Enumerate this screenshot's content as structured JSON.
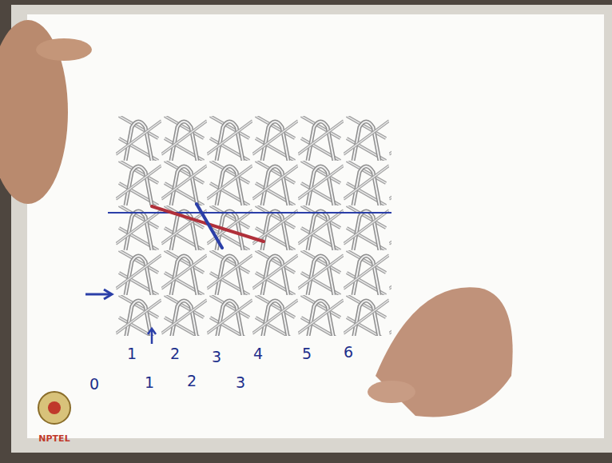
{
  "diagram": {
    "labels": [
      "1",
      "2",
      "3",
      "4",
      "5",
      "6",
      "0",
      "1",
      "2",
      "3",
      "NPTEL"
    ]
  }
}
